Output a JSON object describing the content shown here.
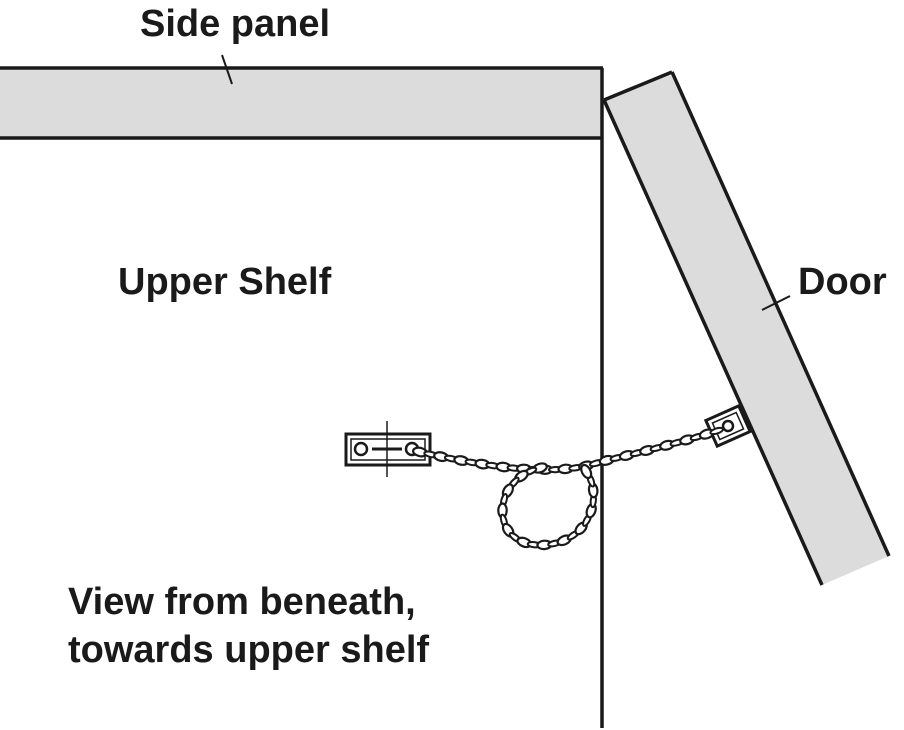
{
  "labels": {
    "side_panel": "Side panel",
    "upper_shelf": "Upper Shelf",
    "door": "Door",
    "view_line1": "View from beneath,",
    "view_line2": "towards upper shelf"
  },
  "colors": {
    "panel_fill": "#dcdcdc",
    "line": "#1a1a1a",
    "background": "#ffffff",
    "chain_fill": "#ffffff"
  }
}
